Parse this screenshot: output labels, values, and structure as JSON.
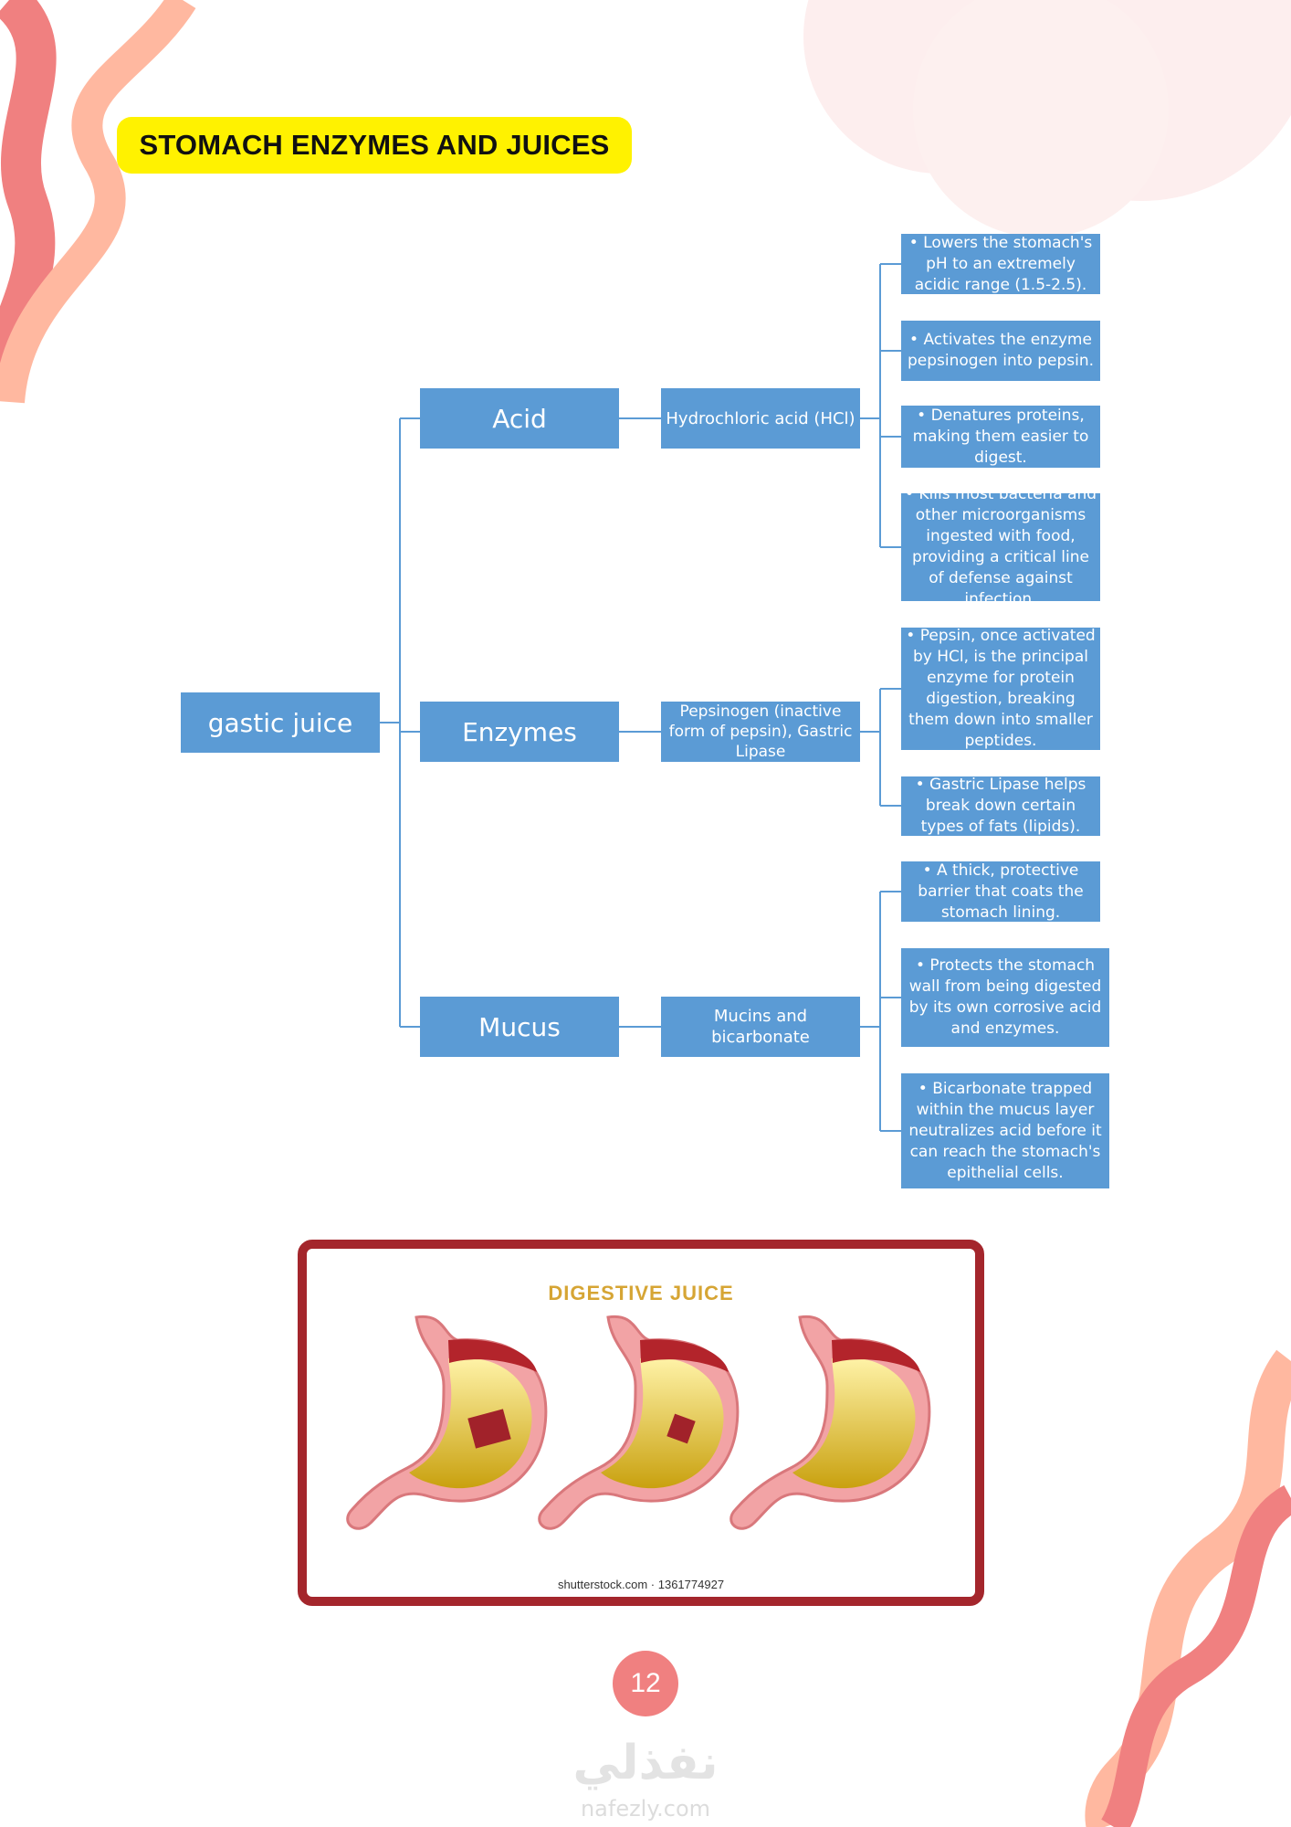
{
  "colors": {
    "box_fill": "#5b9bd5",
    "title_highlight": "#fff200",
    "frame_border": "#a4262c",
    "accent_coral": "#f08080",
    "accent_peach": "#ffb8a0"
  },
  "header": {
    "title": "STOMACH ENZYMES AND JUICES"
  },
  "diagram": {
    "root": "gastic juice",
    "branches": [
      {
        "label": "Acid",
        "detail": "Hydrochloric acid (HCl)",
        "points": [
          "• Lowers the stomach's pH to an extremely acidic range (1.5-2.5).",
          "• Activates the enzyme pepsinogen into pepsin.",
          "• Denatures proteins, making them easier to digest.",
          "• Kills most bacteria and other microorganisms ingested with food, providing a critical line of defense against infection."
        ]
      },
      {
        "label": "Enzymes",
        "detail": "Pepsinogen (inactive form of pepsin), Gastric Lipase",
        "points": [
          "• Pepsin, once activated by HCl, is the principal enzyme for protein digestion, breaking them down into smaller peptides.",
          "• Gastric Lipase helps break down certain types of fats (lipids)."
        ]
      },
      {
        "label": "Mucus",
        "detail": "Mucins and bicarbonate",
        "points": [
          "• A thick, protective barrier that coats the stomach lining.",
          "• Protects the stomach wall from being digested by its own corrosive acid and enzymes.",
          "• Bicarbonate trapped within the mucus layer neutralizes acid before it can reach the stomach's epithelial cells."
        ]
      }
    ]
  },
  "figure": {
    "title": "DIGESTIVE  JUICE",
    "credit": "shutterstock.com · 1361774927"
  },
  "footer": {
    "page_number": "12",
    "brand_arabic": "نفذلي",
    "brand_latin": "nafezly.com"
  }
}
